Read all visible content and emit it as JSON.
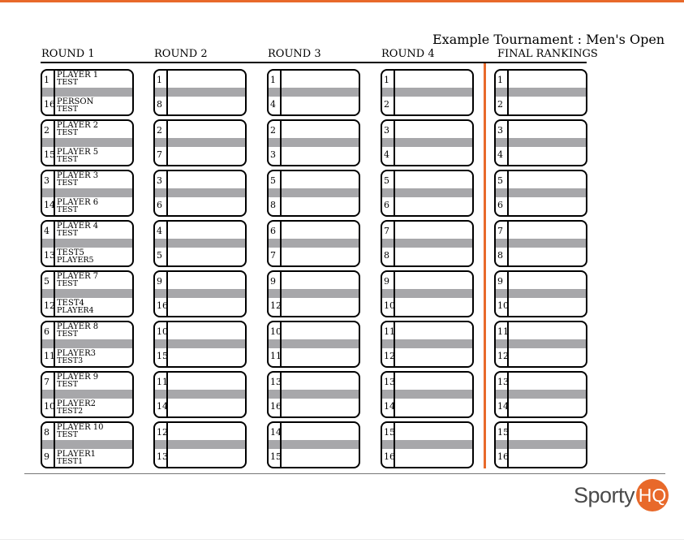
{
  "title": "Example Tournament : Men's Open",
  "rounds": [
    "ROUND 1",
    "ROUND 2",
    "ROUND 3",
    "ROUND 4",
    "FINAL RANKINGS"
  ],
  "columns": [
    {
      "matches": [
        {
          "top_seed": "1",
          "top_name": [
            "PLAYER 1",
            "TEST"
          ],
          "bottom_seed": "16",
          "bottom_name": [
            "PERSON",
            "TEST"
          ]
        },
        {
          "top_seed": "2",
          "top_name": [
            "PLAYER 2",
            "TEST"
          ],
          "bottom_seed": "15",
          "bottom_name": [
            "PLAYER 5",
            "TEST"
          ]
        },
        {
          "top_seed": "3",
          "top_name": [
            "PLAYER 3",
            "TEST"
          ],
          "bottom_seed": "14",
          "bottom_name": [
            "PLAYER 6",
            "TEST"
          ]
        },
        {
          "top_seed": "4",
          "top_name": [
            "PLAYER 4",
            "TEST"
          ],
          "bottom_seed": "13",
          "bottom_name": [
            "TEST5",
            "PLAYER5"
          ]
        },
        {
          "top_seed": "5",
          "top_name": [
            "PLAYER 7",
            "TEST"
          ],
          "bottom_seed": "12",
          "bottom_name": [
            "TEST4",
            "PLAYER4"
          ]
        },
        {
          "top_seed": "6",
          "top_name": [
            "PLAYER 8",
            "TEST"
          ],
          "bottom_seed": "11",
          "bottom_name": [
            "PLAYER3",
            "TEST3"
          ]
        },
        {
          "top_seed": "7",
          "top_name": [
            "PLAYER 9",
            "TEST"
          ],
          "bottom_seed": "10",
          "bottom_name": [
            "PLAYER2",
            "TEST2"
          ]
        },
        {
          "top_seed": "8",
          "top_name": [
            "PLAYER 10",
            "TEST"
          ],
          "bottom_seed": "9",
          "bottom_name": [
            "PLAYER1",
            "TEST1"
          ]
        }
      ]
    },
    {
      "matches": [
        {
          "top_seed": "1",
          "bottom_seed": "8"
        },
        {
          "top_seed": "2",
          "bottom_seed": "7"
        },
        {
          "top_seed": "3",
          "bottom_seed": "6"
        },
        {
          "top_seed": "4",
          "bottom_seed": "5"
        },
        {
          "top_seed": "9",
          "bottom_seed": "16"
        },
        {
          "top_seed": "10",
          "bottom_seed": "15"
        },
        {
          "top_seed": "11",
          "bottom_seed": "14"
        },
        {
          "top_seed": "12",
          "bottom_seed": "13"
        }
      ]
    },
    {
      "matches": [
        {
          "top_seed": "1",
          "bottom_seed": "4"
        },
        {
          "top_seed": "2",
          "bottom_seed": "3"
        },
        {
          "top_seed": "5",
          "bottom_seed": "8"
        },
        {
          "top_seed": "6",
          "bottom_seed": "7"
        },
        {
          "top_seed": "9",
          "bottom_seed": "12"
        },
        {
          "top_seed": "10",
          "bottom_seed": "11"
        },
        {
          "top_seed": "13",
          "bottom_seed": "16"
        },
        {
          "top_seed": "14",
          "bottom_seed": "15"
        }
      ]
    },
    {
      "matches": [
        {
          "top_seed": "1",
          "bottom_seed": "2"
        },
        {
          "top_seed": "3",
          "bottom_seed": "4"
        },
        {
          "top_seed": "5",
          "bottom_seed": "6"
        },
        {
          "top_seed": "7",
          "bottom_seed": "8"
        },
        {
          "top_seed": "9",
          "bottom_seed": "10"
        },
        {
          "top_seed": "11",
          "bottom_seed": "12"
        },
        {
          "top_seed": "13",
          "bottom_seed": "14"
        },
        {
          "top_seed": "15",
          "bottom_seed": "16"
        }
      ]
    },
    {
      "matches": [
        {
          "top_seed": "1",
          "bottom_seed": "2"
        },
        {
          "top_seed": "3",
          "bottom_seed": "4"
        },
        {
          "top_seed": "5",
          "bottom_seed": "6"
        },
        {
          "top_seed": "7",
          "bottom_seed": "8"
        },
        {
          "top_seed": "9",
          "bottom_seed": "10"
        },
        {
          "top_seed": "11",
          "bottom_seed": "12"
        },
        {
          "top_seed": "13",
          "bottom_seed": "14"
        },
        {
          "top_seed": "15",
          "bottom_seed": "16"
        }
      ]
    }
  ],
  "logo": {
    "text": "Sporty",
    "badge": "HQ"
  },
  "colors": {
    "accent": "#e8692a",
    "band": "#a7a7aa",
    "logo_text": "#4a4a4a"
  }
}
